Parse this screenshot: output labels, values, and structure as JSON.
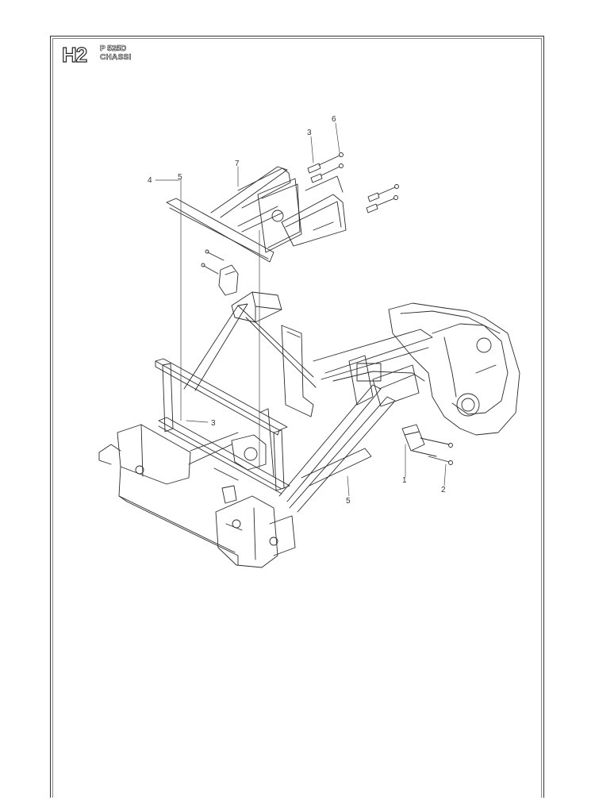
{
  "header": {
    "section_code": "H2",
    "model": "P 525D",
    "section_title": "CHASSI"
  },
  "callouts": [
    {
      "id": "c1",
      "label": "1"
    },
    {
      "id": "c2",
      "label": "2"
    },
    {
      "id": "c3a",
      "label": "3"
    },
    {
      "id": "c3b",
      "label": "3"
    },
    {
      "id": "c4",
      "label": "4"
    },
    {
      "id": "c5a",
      "label": "5"
    },
    {
      "id": "c5b",
      "label": "5"
    },
    {
      "id": "c6",
      "label": "6"
    },
    {
      "id": "c7",
      "label": "7"
    }
  ]
}
